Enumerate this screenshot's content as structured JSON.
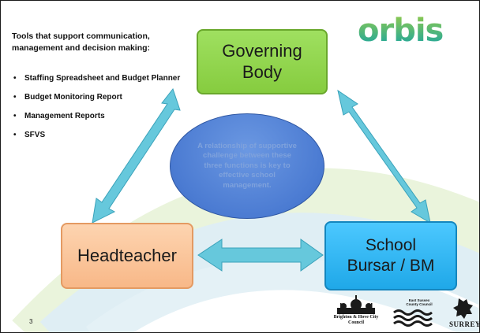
{
  "slide": {
    "tools_heading": "Tools that support communication, management and decision making:",
    "tools": [
      "Staffing Spreadsheet and Budget Planner",
      "Budget Monitoring Report",
      "Management Reports",
      "SFVS"
    ],
    "bullet": "•",
    "logo": "orbis",
    "page_number": "3"
  },
  "diagram": {
    "governing_body": "Governing Body",
    "headteacher": "Headteacher",
    "bursar_line1": "School",
    "bursar_line2": "Bursar / BM",
    "centre_text": "A relationship of supportive challenge between these three functions is key to effective school management."
  },
  "footer_logos": {
    "brighton": "Brighton & Hove City Council",
    "east_sussex": "East Sussex County Council",
    "surrey": "SURREY"
  },
  "colors": {
    "governing_body": "#8fd24a",
    "headteacher": "#fbc59b",
    "bursar": "#33b7f5",
    "ellipse": "#5585d6",
    "arrows": "#66c8dc"
  }
}
